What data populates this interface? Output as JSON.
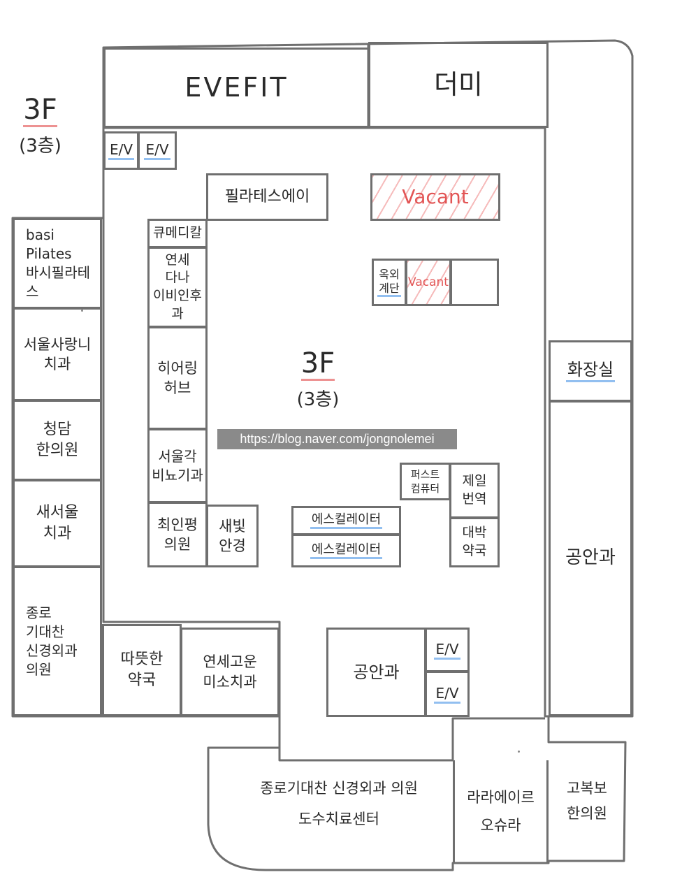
{
  "floor": {
    "label": "3F",
    "sub": "(3층)"
  },
  "watermark": "https://blog.naver.com/jongnolemei",
  "rooms": {
    "evefit": "EVEFIT",
    "deomi": "더미",
    "elevator_label": "E/V",
    "pilates_a": "필라테스에이",
    "vacant_label": "Vacant",
    "q_medical": "큐메디칼",
    "yonsei_ent": "연세\n다나\n이비인후과",
    "stairs": "옥외\n계단",
    "basi_pilates": "basi\nPilates\n바시필라테스",
    "seoul_dental": "서울사랑니\n치과",
    "cheongdam": "청담\n한의원",
    "hearing_hub": "히어링\n허브",
    "seoul_urology": "서울각\n비뇨기과",
    "choi_clinic": "최인평\n의원",
    "saebit_optical": "새빛\n안경",
    "escalator": "에스컬레이터",
    "first_computer": "퍼스트\n컴퓨터",
    "jeil_translation": "제일\n번역",
    "daebak_pharmacy": "대박\n약국",
    "saeseoul_dental": "새서울\n치과",
    "jongno_neuro": "종로\n기대찬\n신경외과\n의원",
    "warm_pharmacy": "따뜻한\n약국",
    "yonsei_dental": "연세고운\n미소치과",
    "ophthalmology_center": "공안과",
    "restroom": "화장실",
    "ophthalmology_right": "공안과",
    "manual_therapy": "종로기대찬 신경외과 의원\n도수치료센터",
    "lalaeire": "라라에이르\n오슈라",
    "gobokbo": "고복보\n한의원"
  }
}
